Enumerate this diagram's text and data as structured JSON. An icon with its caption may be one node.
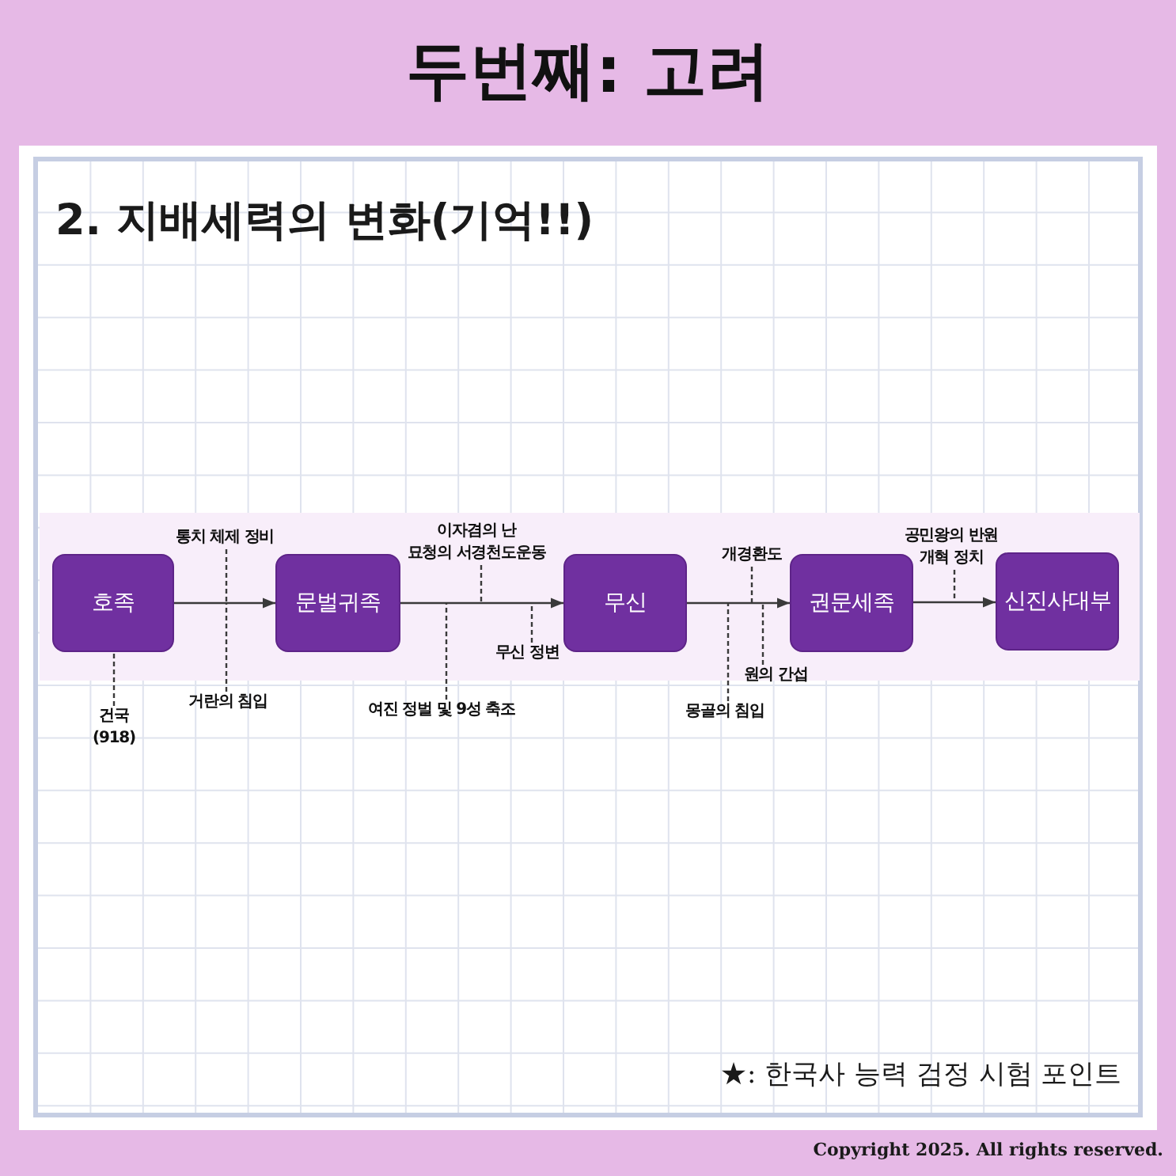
{
  "diagram": {
    "title": "두번째: 고려",
    "nodes": [
      {
        "text": [
          "호족"
        ]
      },
      {
        "text": [
          "문벌귀족"
        ]
      },
      {
        "text": [
          "무신"
        ]
      },
      {
        "text": [
          "권문세족"
        ]
      },
      {
        "text": [
          "신진사대부"
        ]
      },
      {
        "text": [
          "건국 (918)"
        ]
      },
      {
        "text": [
          "통치 체제 정비"
        ]
      },
      {
        "text": [
          "거란의 침입"
        ]
      },
      {
        "text": [
          "이자겸의 난",
          "묘청의 서경천도운동"
        ]
      },
      {
        "text": [
          "무신 정변"
        ]
      },
      {
        "text": [
          "여진 정벌 및 9성 축조"
        ]
      },
      {
        "text": [
          "개경환도"
        ]
      },
      {
        "text": [
          "몽골의 침입"
        ]
      },
      {
        "text": [
          "원의 간섭"
        ]
      },
      {
        "text": [
          "공민왕의 반원 개혁 정치"
        ]
      }
    ],
    "edges": [
      {
        "from": 0,
        "to": 1,
        "arrow": "to"
      },
      {
        "from": 1,
        "to": 2,
        "arrow": "to"
      },
      {
        "from": 2,
        "to": 3,
        "arrow": "to"
      },
      {
        "from": 3,
        "to": 4,
        "arrow": "to"
      },
      {
        "from": 5,
        "to": 0,
        "arrow": "none",
        "style": "dashed"
      },
      {
        "from": 6,
        "to": null,
        "arrow": "none",
        "style": "dashed"
      },
      {
        "from": 7,
        "to": null,
        "arrow": "none",
        "style": "dashed"
      },
      {
        "from": 8,
        "to": null,
        "arrow": "none",
        "style": "dashed"
      },
      {
        "from": 9,
        "to": null,
        "arrow": "none",
        "style": "dashed"
      },
      {
        "from": 10,
        "to": null,
        "arrow": "none",
        "style": "dashed"
      },
      {
        "from": 11,
        "to": null,
        "arrow": "none",
        "style": "dashed"
      },
      {
        "from": 12,
        "to": null,
        "arrow": "none",
        "style": "dashed"
      },
      {
        "from": 13,
        "to": null,
        "arrow": "none",
        "style": "dashed"
      },
      {
        "from": 14,
        "to": null,
        "arrow": "none",
        "style": "dashed"
      }
    ],
    "labels": [
      "2. 지배세력의 변화(기억!!)",
      "★: 한국사 능력 검정 시험 포인트",
      "Copyright 2025. All rights reserved."
    ]
  }
}
